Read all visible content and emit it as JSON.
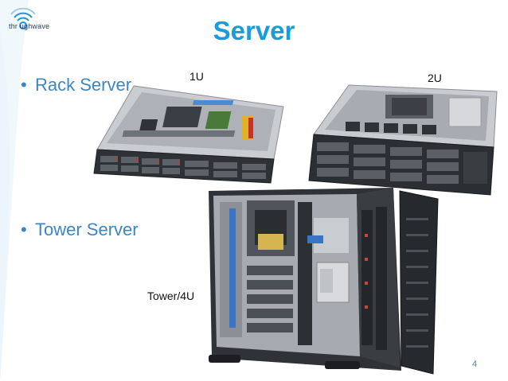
{
  "title": "Server",
  "bullets": [
    "Rack Server",
    "Tower Server"
  ],
  "labels": {
    "one_u": "1U",
    "two_u": "2U",
    "tower": "Tower/4U"
  },
  "page_number": "4",
  "logo": {
    "text": "thr ughwave",
    "icon": "signal-wave-icon"
  },
  "colors": {
    "title": "#1a9cd8",
    "bullet": "#3c86c2"
  }
}
